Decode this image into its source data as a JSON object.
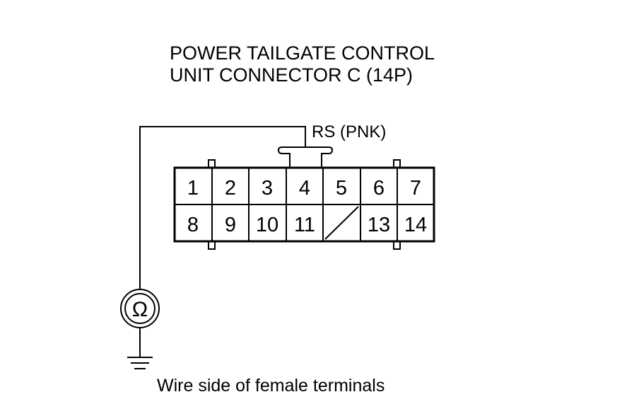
{
  "title": {
    "line1": "POWER TAILGATE CONTROL",
    "line2": "UNIT CONNECTOR C (14P)"
  },
  "wire_label": "RS (PNK)",
  "connector": {
    "row_top": [
      "1",
      "2",
      "3",
      "4",
      "5",
      "6",
      "7"
    ],
    "row_bottom": [
      "8",
      "9",
      "10",
      "11",
      "",
      "13",
      "14"
    ]
  },
  "meter_symbol": "Ω",
  "caption": "Wire side of female terminals"
}
